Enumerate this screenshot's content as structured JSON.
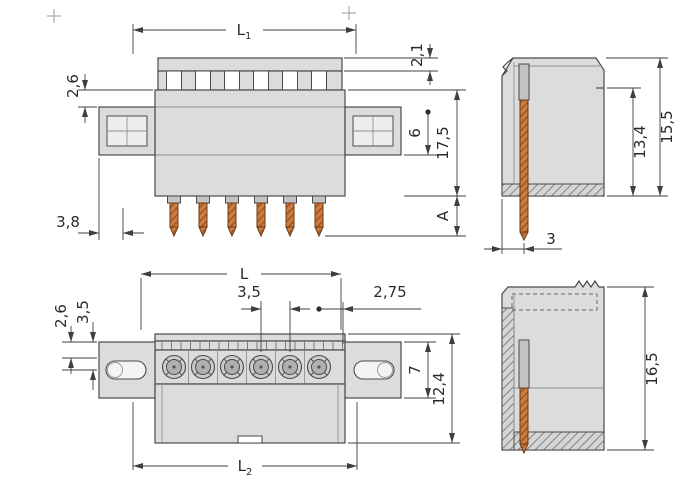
{
  "views": {
    "front_top": {
      "dim_l1_main": "L",
      "dim_l1_sub": "1",
      "dim_2_1": "2,1",
      "dim_2_6": "2,6",
      "dim_6": "6",
      "dim_17_5": "17,5",
      "dim_a": "A",
      "dim_3_8": "3,8"
    },
    "side_top": {
      "dim_13_4": "13,4",
      "dim_15_5": "15,5",
      "dim_3": "3"
    },
    "front_bottom": {
      "dim_l": "L",
      "dim_3_5_pitch": "3,5",
      "dim_2_75": "2,75",
      "dim_2_6": "2,6",
      "dim_3_5": "3,5",
      "dim_7": "7",
      "dim_12_4": "12,4",
      "dim_l2_main": "L",
      "dim_l2_sub": "2"
    },
    "side_bottom": {
      "dim_16_5": "16,5"
    }
  },
  "colors": {
    "line": "#4a4a4a",
    "dimension": "#3f3f3f",
    "body_fill": "#dcdcdc",
    "pin_fill": "#cd7b3e",
    "pin_stroke": "#6b3a16",
    "background": "#ffffff"
  }
}
